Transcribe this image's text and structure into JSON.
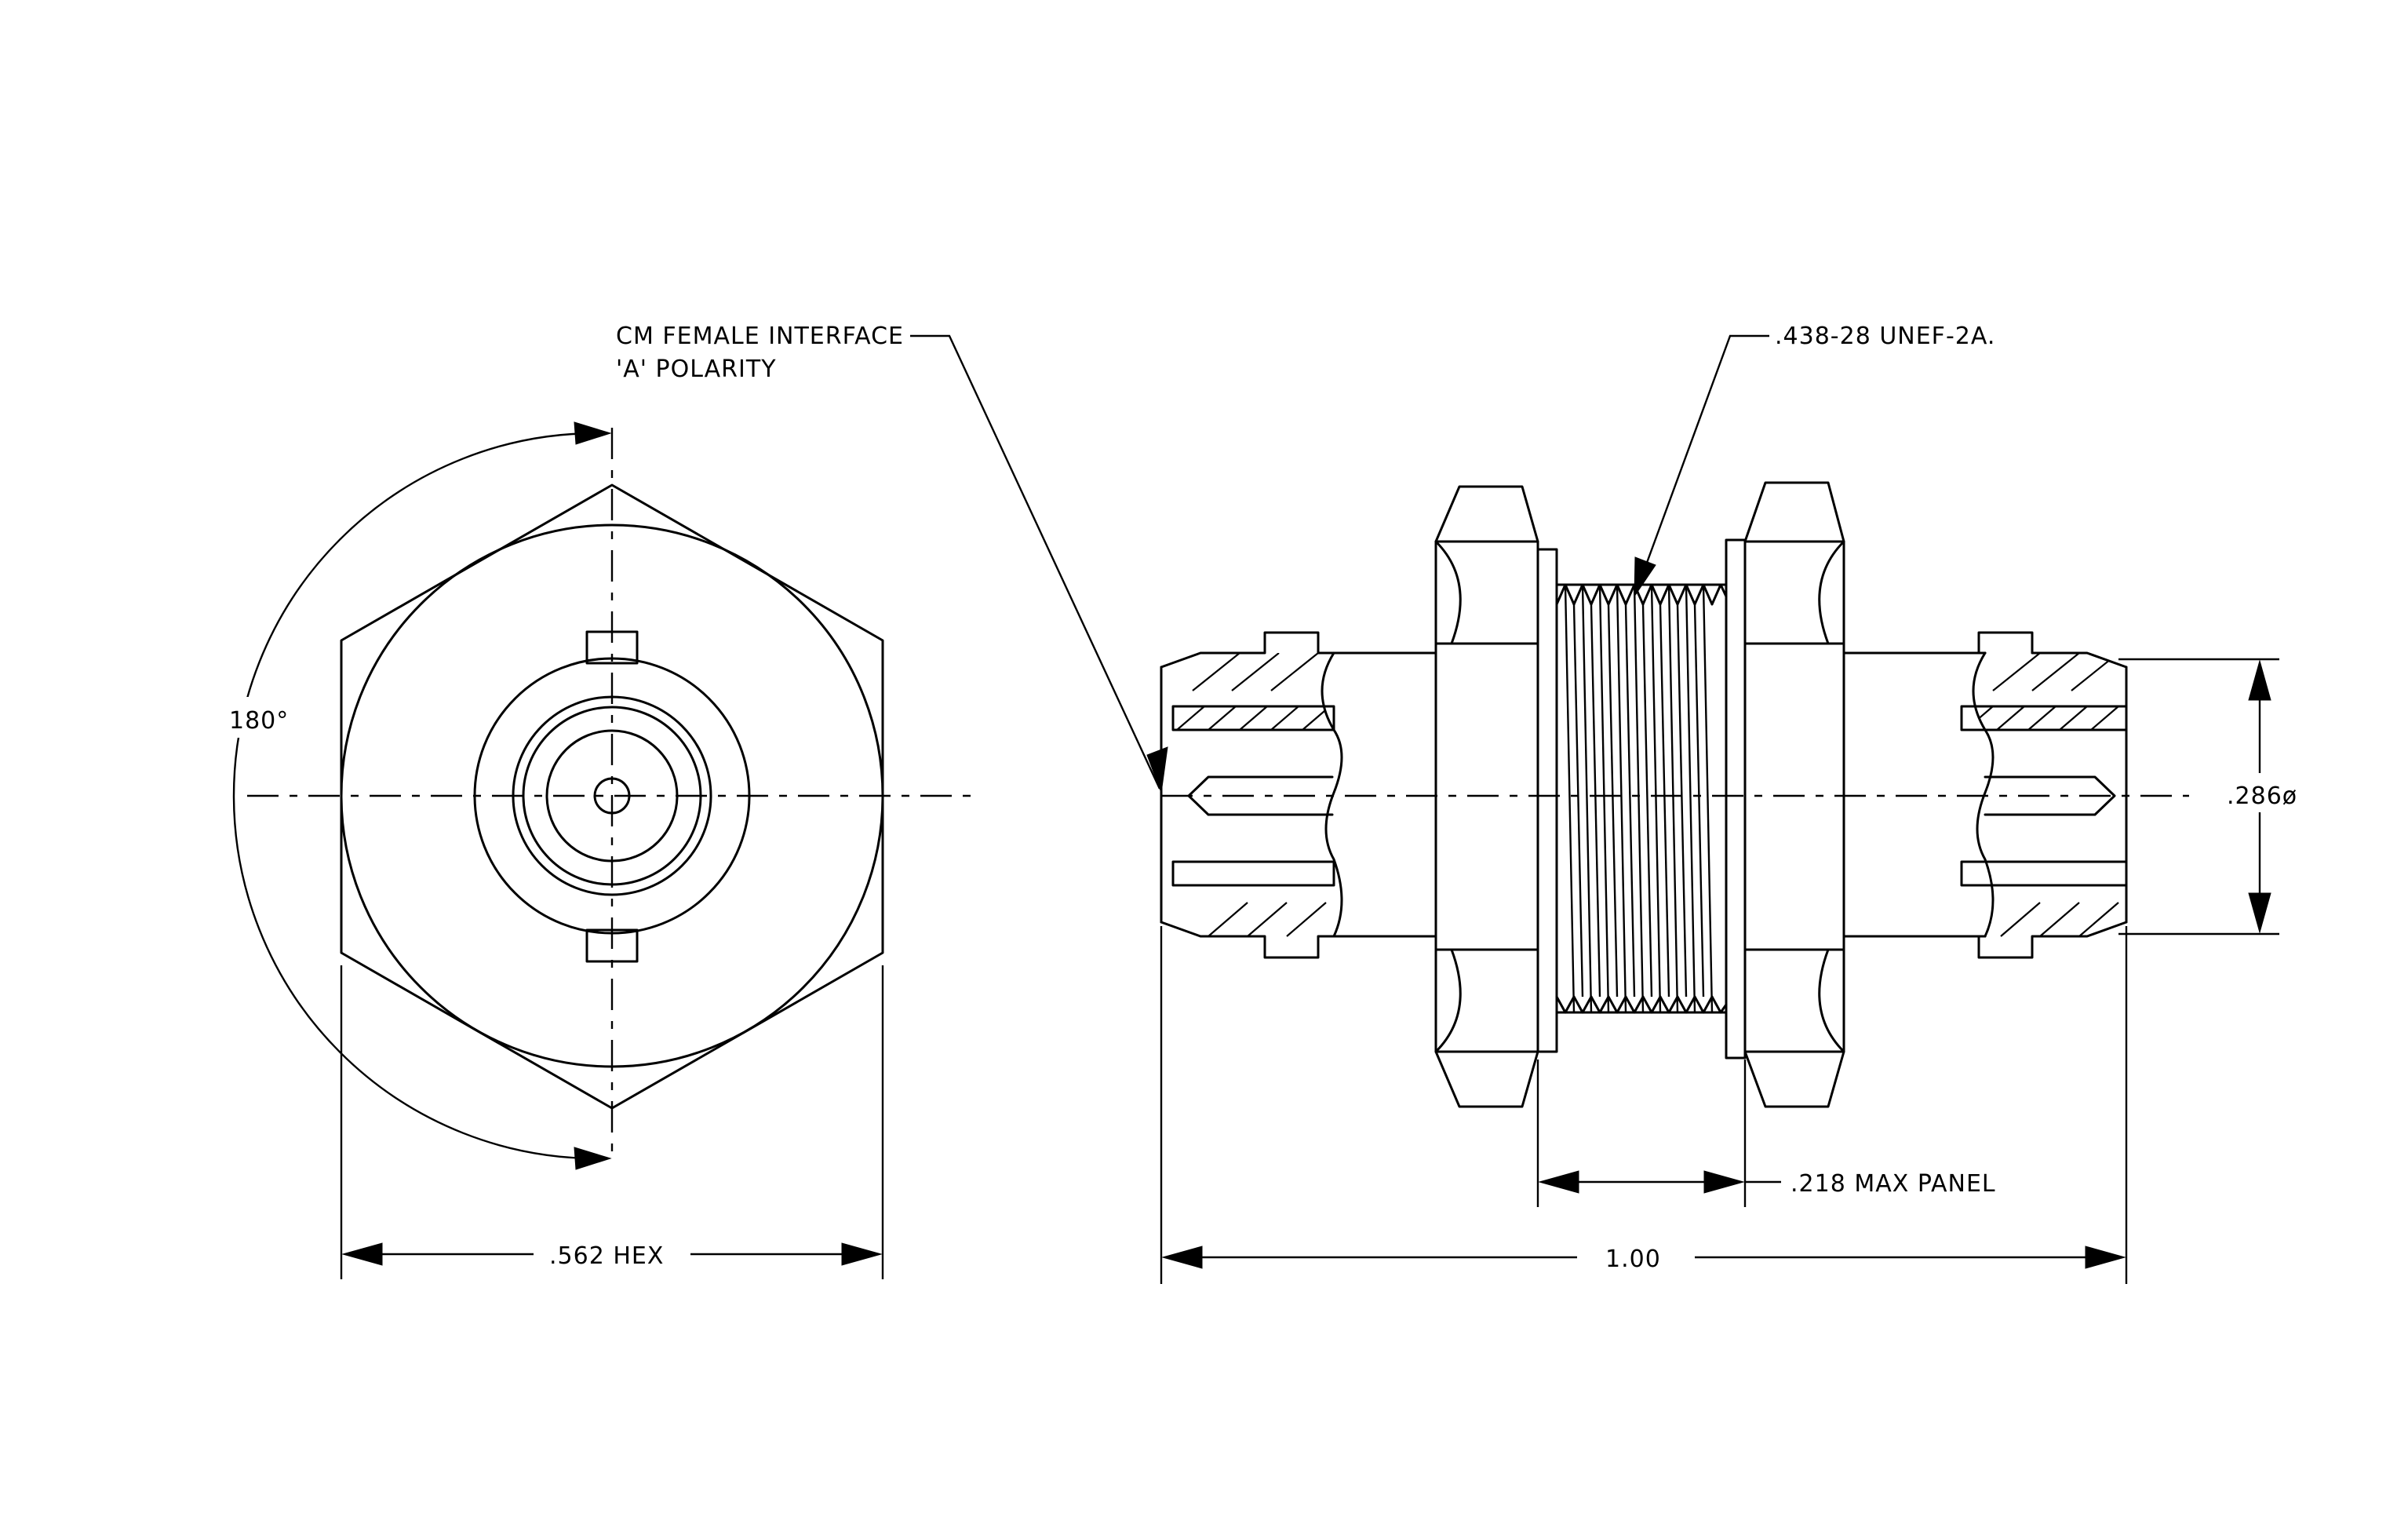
{
  "labels": {
    "interface_line1": "CM FEMALE INTERFACE",
    "interface_line2": "'A' POLARITY",
    "thread": ".438-28 UNEF-2A.",
    "angle": "180°",
    "diameter": ".286ø",
    "hex": ".562 HEX",
    "panel": ".218 MAX PANEL",
    "length": "1.00"
  }
}
